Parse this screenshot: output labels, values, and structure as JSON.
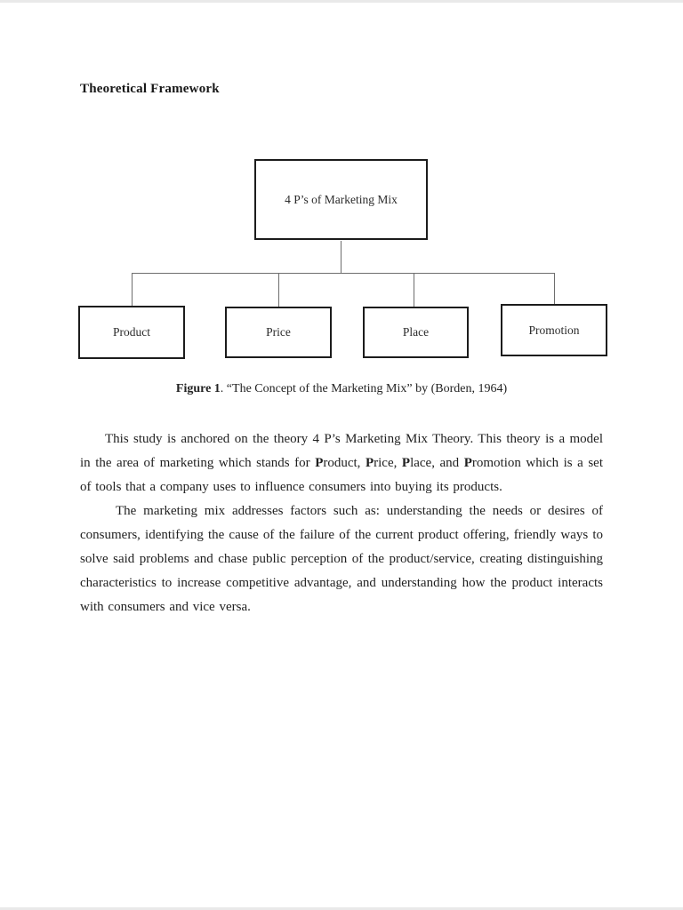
{
  "page": {
    "heading": "Theoretical Framework",
    "diagram": {
      "root_label": "4 P’s of Marketing Mix",
      "children": [
        "Product",
        "Price",
        "Place",
        "Promotion"
      ]
    },
    "caption": {
      "label": "Figure 1",
      "rest": ". “The Concept of the Marketing Mix” by (Borden, 1964)"
    },
    "paragraphs": [
      {
        "segments": [
          {
            "t": "This study is anchored on the theory 4 P’s Marketing Mix Theory. This theory is a model in the area of marketing which stands for ",
            "b": false
          },
          {
            "t": "P",
            "b": true
          },
          {
            "t": "roduct, ",
            "b": false
          },
          {
            "t": "P",
            "b": true
          },
          {
            "t": "rice, ",
            "b": false
          },
          {
            "t": "P",
            "b": true
          },
          {
            "t": "lace, and ",
            "b": false
          },
          {
            "t": "P",
            "b": true
          },
          {
            "t": "romotion which is a set of tools that a company uses to influence consumers into buying its products.",
            "b": false
          }
        ]
      },
      {
        "text": "The marketing mix addresses factors such as: understanding the needs or desires of consumers, identifying the cause of the failure of the current product offering, friendly ways to solve said problems and chase public perception of the product/service, creating distinguishing characteristics to increase competitive advantage, and understanding how the product interacts with consumers and vice versa."
      }
    ]
  }
}
